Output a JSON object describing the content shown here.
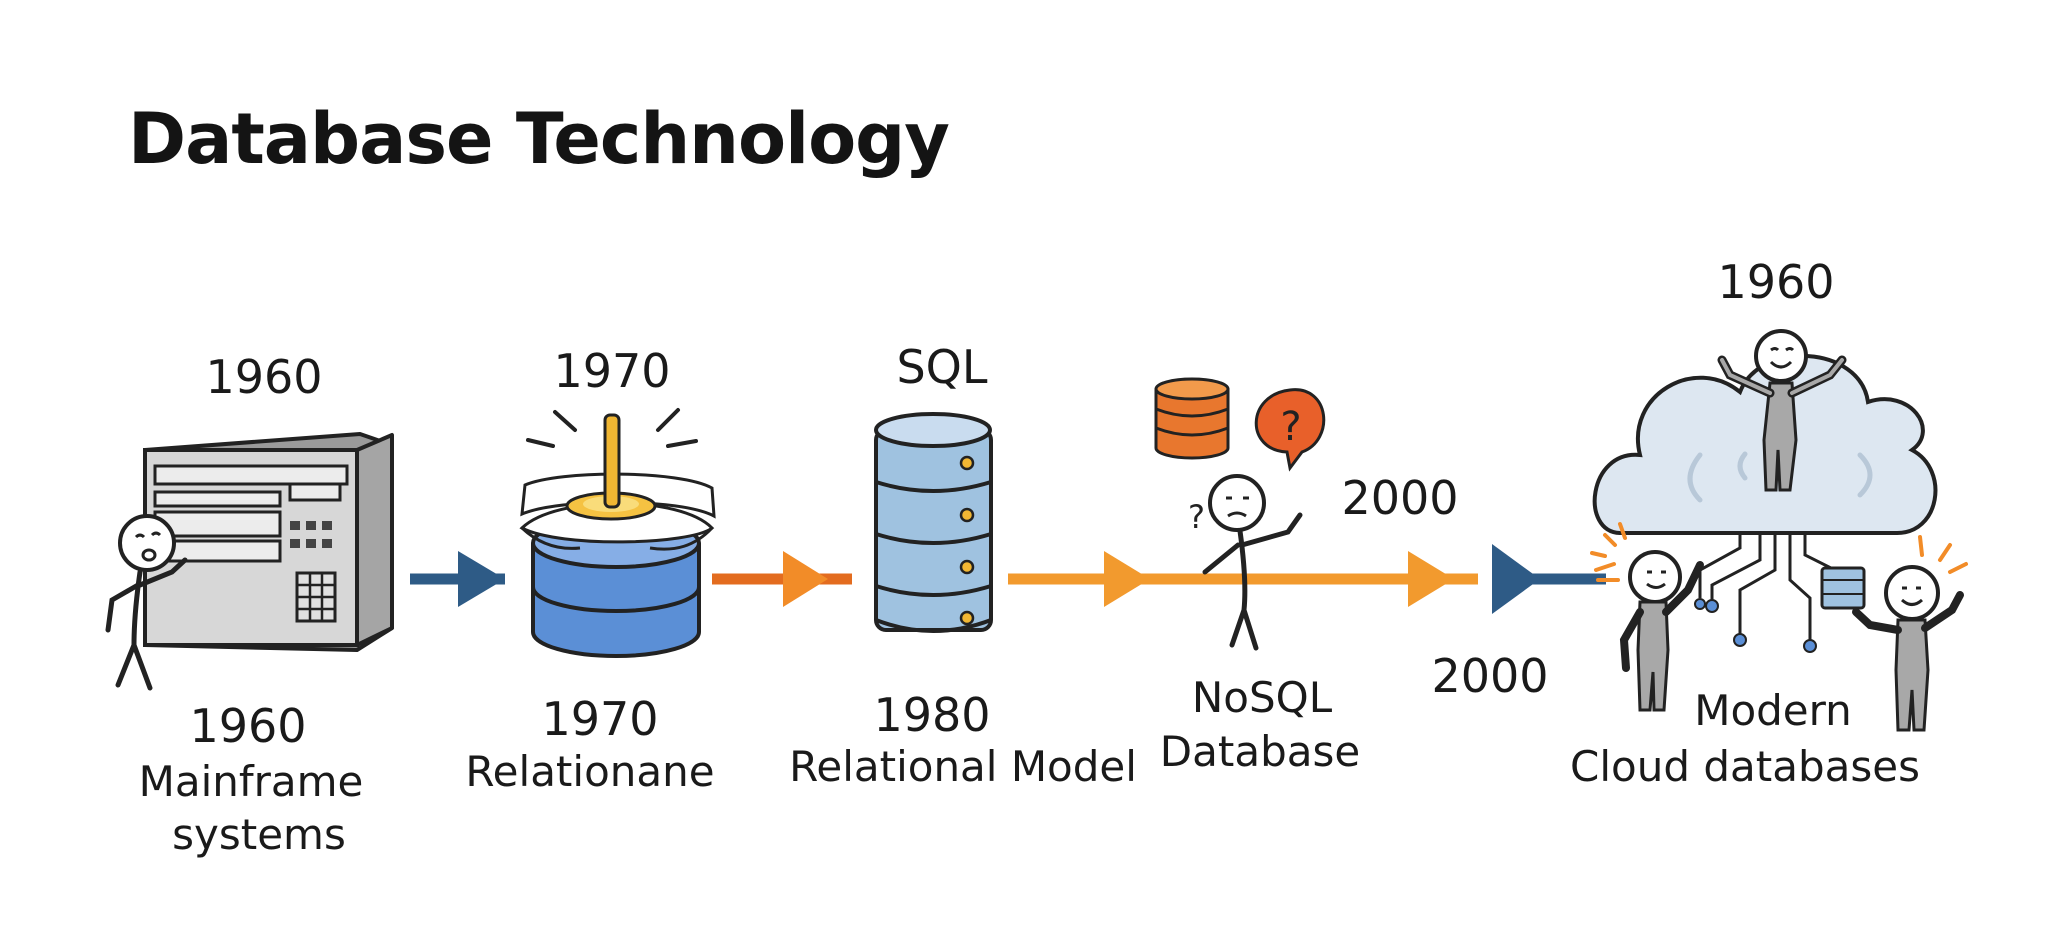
{
  "title": "Database Technology",
  "stages": [
    {
      "top_label": "1960",
      "year": "1960",
      "caption_lines": [
        "Mainframe",
        "systems"
      ],
      "icon": "mainframe-computer-icon"
    },
    {
      "top_label": "1970",
      "year": "1970",
      "caption_lines": [
        "Relationane"
      ],
      "icon": "relational-database-icon"
    },
    {
      "top_label": "SQL",
      "year": "1980",
      "caption_lines": [
        "Relational Model"
      ],
      "icon": "sql-server-stack-icon"
    },
    {
      "top_label": "2000",
      "caption_lines": [
        "NoSQL",
        "Database"
      ],
      "icon": "confused-person-icon"
    },
    {
      "top_label": "1960",
      "year": "2000",
      "caption_lines": [
        "Modern",
        "Cloud databases"
      ],
      "icon": "cloud-database-icon"
    }
  ],
  "colors": {
    "blue": "#2e5b86",
    "orange_dark": "#e36c1f",
    "orange": "#f29a2e",
    "db_blue": "#9fc2e0",
    "cloud": "#dde7f1"
  }
}
